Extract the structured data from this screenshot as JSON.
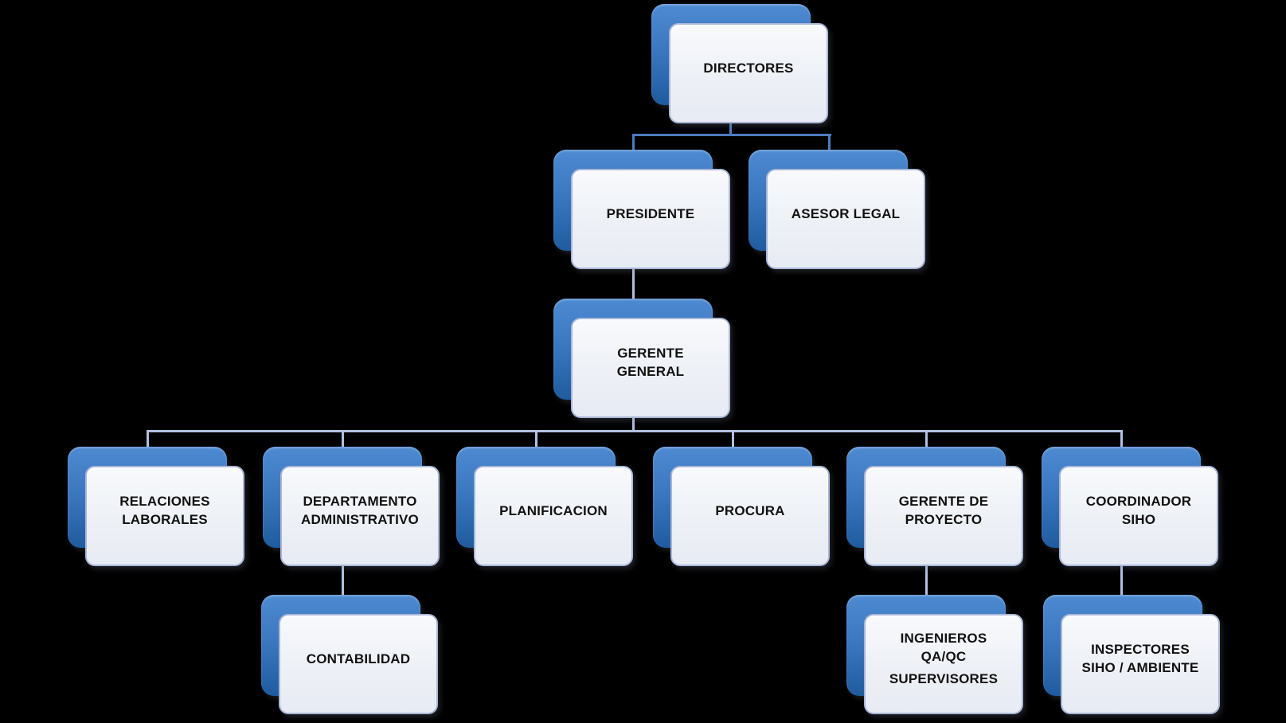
{
  "diagram": {
    "type": "org-chart",
    "colors": {
      "background": "#000000",
      "node_fill_top": "#f8fafc",
      "node_fill_mid": "#edf0f6",
      "node_fill_bottom": "#e7ebf3",
      "node_border": "#a9b6d8",
      "node_text": "#111111",
      "shadow_fill_top": "#4d8ad1",
      "shadow_fill_bottom": "#1f5b9e",
      "connector_primary": "#4b7cc0",
      "connector_secondary": "#b2bfe0"
    },
    "nodes": {
      "directores": {
        "label": "DIRECTORES"
      },
      "presidente": {
        "label": "PRESIDENTE"
      },
      "asesor_legal": {
        "label": "ASESOR LEGAL"
      },
      "gerente_general": {
        "label": "GERENTE\nGENERAL"
      },
      "relaciones_laborales": {
        "label": "RELACIONES\nLABORALES"
      },
      "departamento_administrativo": {
        "label": "DEPARTAMENTO\nADMINISTRATIVO"
      },
      "planificacion": {
        "label": "PLANIFICACION"
      },
      "procura": {
        "label": "PROCURA"
      },
      "gerente_de_proyecto": {
        "label": "GERENTE DE\nPROYECTO"
      },
      "coordinador_siho": {
        "label": "COORDINADOR\nSIHO"
      },
      "contabilidad": {
        "label": "CONTABILIDAD"
      },
      "ingenieros_qaqc": {
        "label": "INGENIEROS\nQA/QC",
        "label2": "SUPERVISORES"
      },
      "inspectores_siho": {
        "label": "INSPECTORES\nSIHO / AMBIENTE"
      }
    },
    "edges": [
      {
        "from": "directores",
        "to": "presidente"
      },
      {
        "from": "directores",
        "to": "asesor_legal"
      },
      {
        "from": "presidente",
        "to": "gerente_general"
      },
      {
        "from": "gerente_general",
        "to": "relaciones_laborales"
      },
      {
        "from": "gerente_general",
        "to": "departamento_administrativo"
      },
      {
        "from": "gerente_general",
        "to": "planificacion"
      },
      {
        "from": "gerente_general",
        "to": "procura"
      },
      {
        "from": "gerente_general",
        "to": "gerente_de_proyecto"
      },
      {
        "from": "gerente_general",
        "to": "coordinador_siho"
      },
      {
        "from": "departamento_administrativo",
        "to": "contabilidad"
      },
      {
        "from": "gerente_de_proyecto",
        "to": "ingenieros_qaqc"
      },
      {
        "from": "coordinador_siho",
        "to": "inspectores_siho"
      }
    ]
  }
}
